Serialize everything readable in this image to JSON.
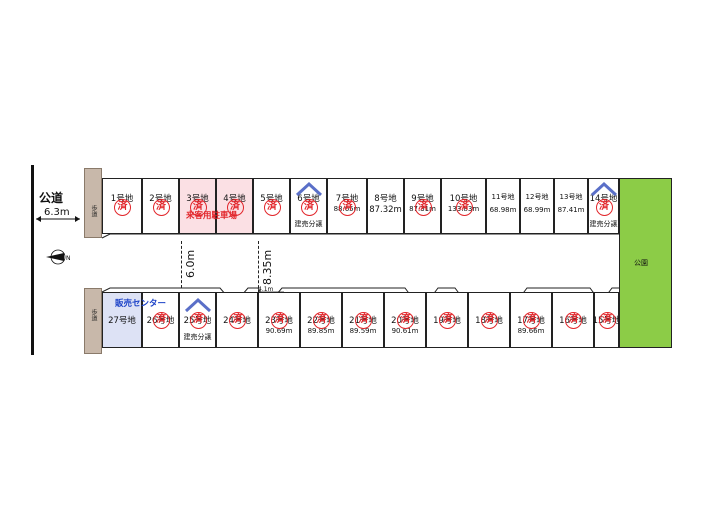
{
  "road": {
    "title": "公道",
    "width": "6.3m"
  },
  "sidewalk_label": "歩道",
  "park_label": "公園",
  "north_label": "N",
  "stamp_char": "済",
  "tag_label": "建売分譲",
  "parking_label": "来客用駐車場",
  "center_label": "販売センター",
  "dimensions": {
    "road_inner": "6.0m",
    "road_outer": "8.35m",
    "notch": "4.1m"
  },
  "colors": {
    "stamp": "#e2262b",
    "park": "#8ccc47",
    "parking_lot": "#fbe0e4",
    "center_lot": "#dde2f5",
    "house": "#5a6fc8"
  },
  "lots_top": [
    {
      "label": "1号地",
      "area": "",
      "stamp": true
    },
    {
      "label": "2号地",
      "area": "",
      "stamp": true
    },
    {
      "label": "3号地",
      "area": "",
      "stamp": true
    },
    {
      "label": "4号地",
      "area": "",
      "stamp": true
    },
    {
      "label": "5号地",
      "area": "",
      "stamp": true
    },
    {
      "label": "6号地",
      "area": "",
      "stamp": true
    },
    {
      "label": "7号地",
      "area": "88.65m",
      "stamp": true
    },
    {
      "label": "8号地",
      "area": "87.32m",
      "stamp": false
    },
    {
      "label": "9号地",
      "area": "87.31m",
      "stamp": true
    },
    {
      "label": "10号地",
      "area": "133.83m",
      "stamp": true
    },
    {
      "label": "11号地",
      "area": "68.98m",
      "stamp": false
    },
    {
      "label": "12号地",
      "area": "68.99m",
      "stamp": false
    },
    {
      "label": "13号地",
      "area": "87.41m",
      "stamp": false
    },
    {
      "label": "14号地",
      "area": "",
      "stamp": true
    }
  ],
  "lots_bottom": [
    {
      "label": "27号地",
      "area": "",
      "stamp": false
    },
    {
      "label": "26号地",
      "area": "",
      "stamp": true
    },
    {
      "label": "25号地",
      "area": "",
      "stamp": true
    },
    {
      "label": "24号地",
      "area": "",
      "stamp": true
    },
    {
      "label": "23号地",
      "area": "90.69m",
      "stamp": true
    },
    {
      "label": "22号地",
      "area": "89.85m",
      "stamp": true
    },
    {
      "label": "21号地",
      "area": "89.59m",
      "stamp": true
    },
    {
      "label": "20号地",
      "area": "90.61m",
      "stamp": true
    },
    {
      "label": "19号地",
      "area": "",
      "stamp": true
    },
    {
      "label": "18号地",
      "area": "",
      "stamp": true
    },
    {
      "label": "17号地",
      "area": "89.66m",
      "stamp": true
    },
    {
      "label": "16号地",
      "area": "",
      "stamp": true
    },
    {
      "label": "15号地",
      "area": "",
      "stamp": true
    }
  ]
}
